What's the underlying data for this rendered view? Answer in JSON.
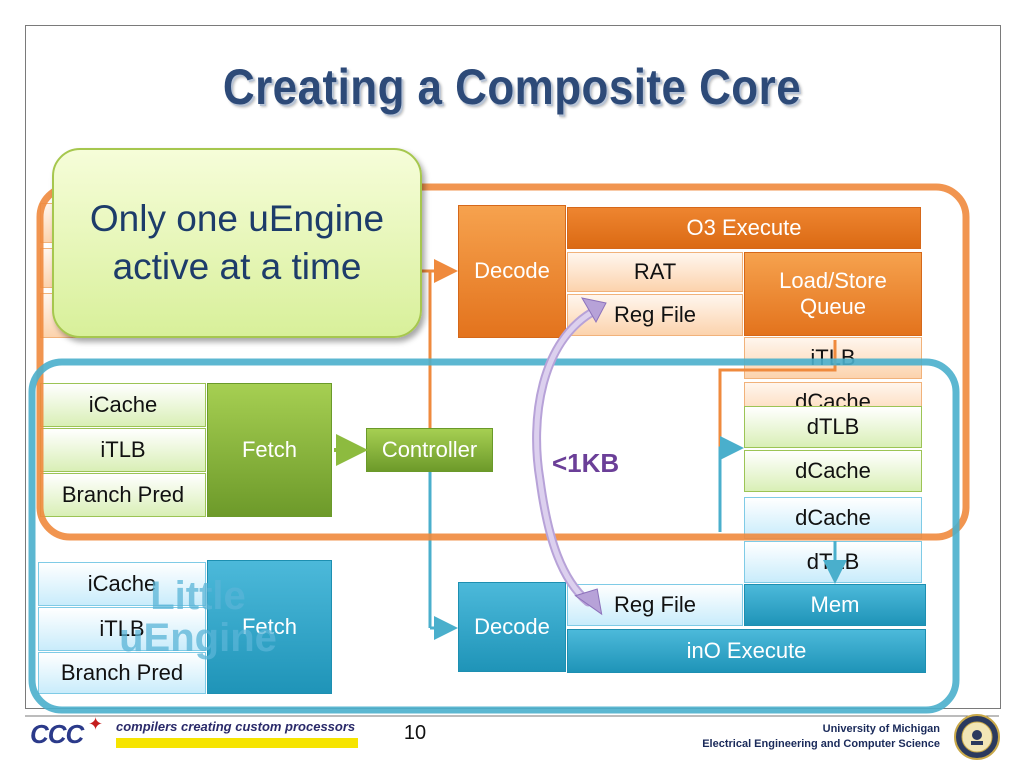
{
  "slide": {
    "title": "Creating a Composite Core",
    "page_number": "10"
  },
  "callout": {
    "text": "Only one uEngine active at a time"
  },
  "big_engine": {
    "decode": "Decode",
    "execute": "O3 Execute",
    "rat": "RAT",
    "reg_file": "Reg File",
    "lsq": "Load/Store Queue",
    "itlb": "iTLB",
    "dcache": "dCache"
  },
  "shared": {
    "icache": "iCache",
    "itlb": "iTLB",
    "branch_pred": "Branch Pred",
    "fetch": "Fetch",
    "controller": "Controller",
    "dtlb": "dTLB",
    "dcache": "dCache"
  },
  "transfer": {
    "label": "<1KB"
  },
  "little_engine": {
    "label": "Little uEngine",
    "icache": "iCache",
    "itlb": "iTLB",
    "branch_pred": "Branch Pred",
    "fetch": "Fetch",
    "decode": "Decode",
    "reg_file": "Reg File",
    "mem": "Mem",
    "execute": "inO Execute",
    "dcache": "dCache",
    "dtlb": "dTLB"
  },
  "footer": {
    "logo": "CCC",
    "tagline": "compilers creating custom processors",
    "university": "University of Michigan",
    "department": "Electrical Engineering and Computer Science"
  },
  "colors": {
    "big_accent": "#ef8a3d",
    "little_accent": "#4aafcc",
    "shared_accent": "#8dbb3f",
    "title": "#2d4a78",
    "transfer_arrow": "#b7a2d8"
  }
}
